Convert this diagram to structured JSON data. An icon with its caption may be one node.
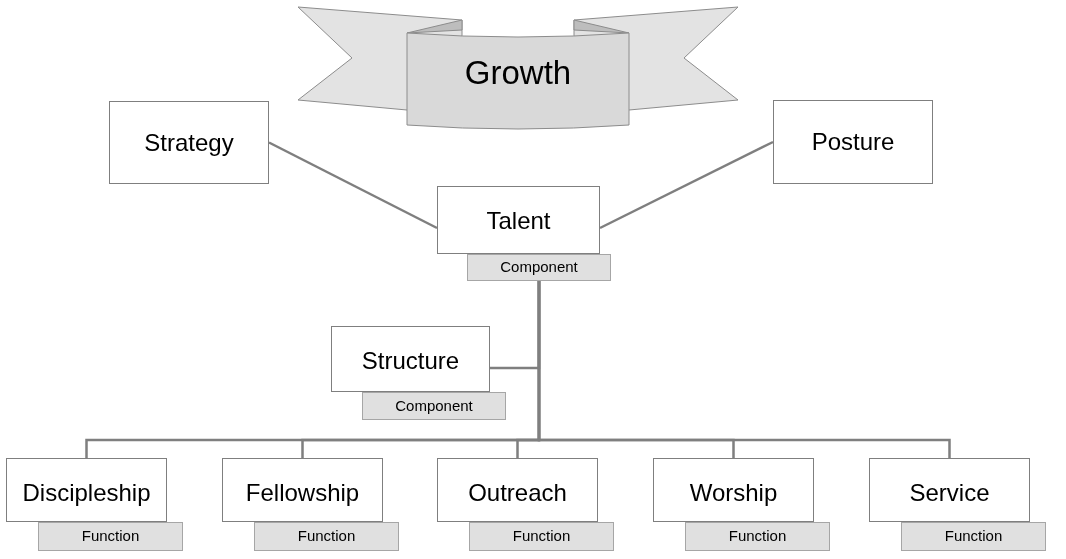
{
  "diagram": {
    "nodes": [
      {
        "text": [
          "Growth"
        ]
      },
      {
        "text": [
          "Strategy"
        ]
      },
      {
        "text": [
          "Posture"
        ]
      },
      {
        "text": [
          "Talent"
        ]
      },
      {
        "text": [
          "Component"
        ]
      },
      {
        "text": [
          "Structure"
        ]
      },
      {
        "text": [
          "Component"
        ]
      },
      {
        "text": [
          "Discipleship"
        ]
      },
      {
        "text": [
          "Function"
        ]
      },
      {
        "text": [
          "Fellowship"
        ]
      },
      {
        "text": [
          "Function"
        ]
      },
      {
        "text": [
          "Outreach"
        ]
      },
      {
        "text": [
          "Function"
        ]
      },
      {
        "text": [
          "Worship"
        ]
      },
      {
        "text": [
          "Function"
        ]
      },
      {
        "text": [
          "Service"
        ]
      },
      {
        "text": [
          "Function"
        ]
      }
    ],
    "edges": [
      {
        "from": 1,
        "to": 3,
        "arrow": "none"
      },
      {
        "from": 2,
        "to": 3,
        "arrow": "none"
      },
      {
        "from": 4,
        "to": 5,
        "arrow": "none"
      },
      {
        "from": 4,
        "to": 7,
        "arrow": "none"
      },
      {
        "from": 4,
        "to": 9,
        "arrow": "none"
      },
      {
        "from": 4,
        "to": 11,
        "arrow": "none"
      },
      {
        "from": 4,
        "to": 13,
        "arrow": "none"
      },
      {
        "from": 4,
        "to": 15,
        "arrow": "none"
      }
    ]
  }
}
